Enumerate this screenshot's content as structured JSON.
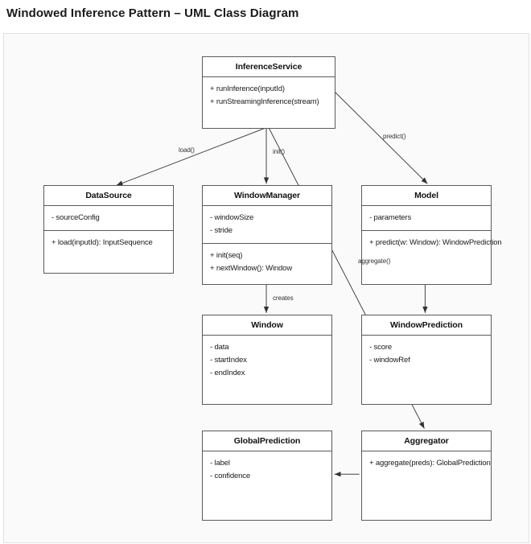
{
  "page": {
    "title": "Windowed Inference Pattern – UML Class Diagram"
  },
  "diagram": {
    "type": "uml-class-diagram",
    "canvas": {
      "background_color": "#fafafa",
      "border_color": "#e2e2e2"
    },
    "class_border_color": "#5a5a5a",
    "class_fill_color": "#ffffff",
    "edge_color": "#444444",
    "classes": [
      {
        "id": "InferenceService",
        "name": "InferenceService",
        "attributes": [],
        "methods": [
          "+ runInference(inputId)",
          "+ runStreamingInference(stream)"
        ]
      },
      {
        "id": "DataSource",
        "name": "DataSource",
        "attributes": [
          "- sourceConfig"
        ],
        "methods": [
          "+ load(inputId): InputSequence"
        ]
      },
      {
        "id": "WindowManager",
        "name": "WindowManager",
        "attributes": [
          "- windowSize",
          "- stride"
        ],
        "methods": [
          "+ init(seq)",
          "+ nextWindow(): Window"
        ]
      },
      {
        "id": "Model",
        "name": "Model",
        "attributes": [
          "- parameters"
        ],
        "methods": [
          "+ predict(w: Window): WindowPrediction"
        ]
      },
      {
        "id": "Window",
        "name": "Window",
        "attributes": [
          "- data",
          "- startIndex",
          "- endIndex"
        ],
        "methods": []
      },
      {
        "id": "WindowPrediction",
        "name": "WindowPrediction",
        "attributes": [
          "- score",
          "- windowRef"
        ],
        "methods": []
      },
      {
        "id": "GlobalPrediction",
        "name": "GlobalPrediction",
        "attributes": [
          "- label",
          "- confidence"
        ],
        "methods": []
      },
      {
        "id": "Aggregator",
        "name": "Aggregator",
        "attributes": [],
        "methods": [
          "+ aggregate(preds): GlobalPrediction"
        ]
      }
    ],
    "edges": [
      {
        "id": "e1",
        "from": "InferenceService",
        "to": "DataSource",
        "label": "load()"
      },
      {
        "id": "e2",
        "from": "InferenceService",
        "to": "WindowManager",
        "label": "init()"
      },
      {
        "id": "e3",
        "from": "InferenceService",
        "to": "Model",
        "label": "predict()"
      },
      {
        "id": "e4",
        "from": "InferenceService",
        "to": "Aggregator",
        "label": "aggregate()"
      },
      {
        "id": "e5",
        "from": "WindowManager",
        "to": "Window",
        "label": "creates"
      },
      {
        "id": "e6",
        "from": "Model",
        "to": "WindowPrediction",
        "label": ""
      },
      {
        "id": "e7",
        "from": "Aggregator",
        "to": "GlobalPrediction",
        "label": ""
      }
    ]
  }
}
